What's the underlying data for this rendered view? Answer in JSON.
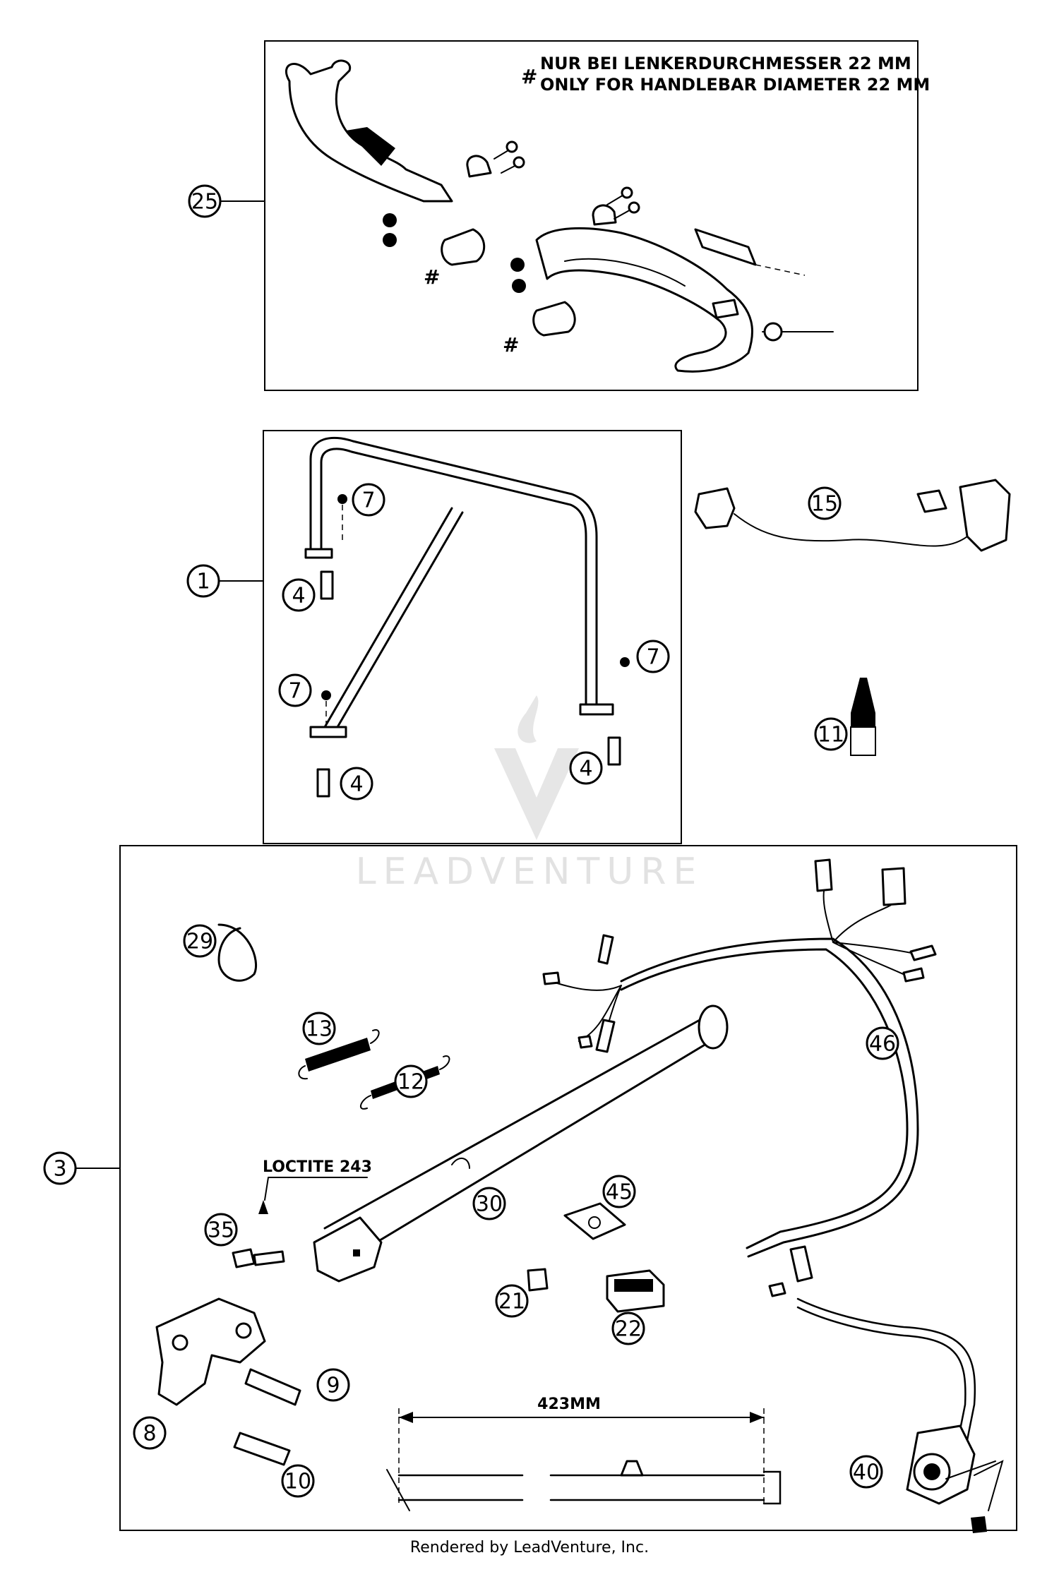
{
  "callouts": {
    "c25": "25",
    "c1": "1",
    "c7a": "7",
    "c4a": "4",
    "c7b": "7",
    "c7c": "7",
    "c4b": "4",
    "c4c": "4",
    "c15": "15",
    "c11": "11",
    "c3": "3",
    "c29": "29",
    "c13": "13",
    "c12": "12",
    "c46": "46",
    "c30": "30",
    "c45": "45",
    "c35": "35",
    "c21": "21",
    "c22": "22",
    "c9": "9",
    "c8": "8",
    "c10": "10",
    "c40": "40"
  },
  "notes": {
    "hash_symbol": "#",
    "note_line_1": "NUR BEI LENKERDURCHMESSER 22 MM",
    "note_line_2": "ONLY FOR HANDLEBAR DIAMETER 22 MM",
    "loctite": "LOCTITE 243",
    "dimension": "423MM"
  },
  "watermark": {
    "text": "LEADVENTURE",
    "logo": "flame-v-logo"
  },
  "footer": {
    "text": "Rendered by LeadVenture, Inc."
  }
}
